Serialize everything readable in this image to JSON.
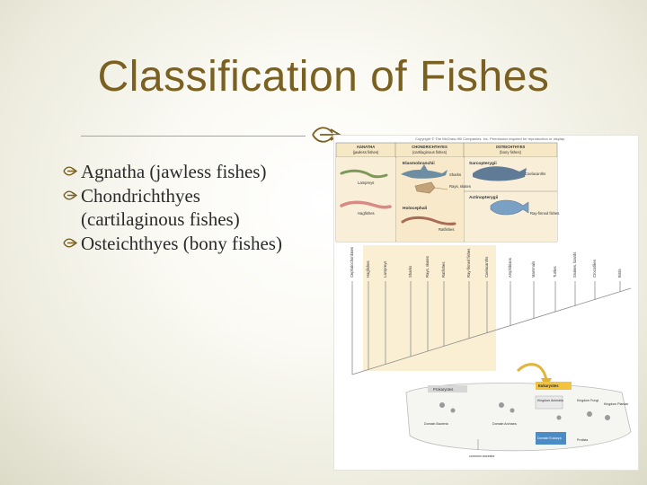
{
  "slide": {
    "title": "Classification of Fishes",
    "bullets": [
      {
        "line1": "Agnatha (jawless fishes)",
        "line2": ""
      },
      {
        "line1": "Chondrichthyes",
        "line2": "(cartilaginous fishes)"
      },
      {
        "line1": "Osteichthyes (bony fishes)",
        "line2": ""
      }
    ],
    "accent_color": "#7a6021"
  },
  "figure": {
    "copyright": "Copyright © The McGraw-Hill Companies, Inc. Permission required for reproduction or display.",
    "columns": [
      {
        "head": "AGNATHA",
        "sub": "(jawless fishes)"
      },
      {
        "head": "CHONDRICHTHYES",
        "sub": "(cartilaginous fishes)"
      },
      {
        "head": "OSTEICHTHYES",
        "sub": "(bony fishes)"
      }
    ],
    "groups": {
      "elasmobranchii": "Elasmobranchii",
      "holocephali": "Holocephali",
      "sarcopterygii": "Sarcopterygii",
      "actinopterygii": "Actinopterygii"
    },
    "animals": {
      "lampreys": "Lampreys",
      "hagfishes": "Hagfishes",
      "sharks": "Sharks",
      "rays_skates": "Rays, skates",
      "ratfishes": "Ratfishes",
      "coelacanths": "Coelacanths",
      "ray_finned": "Ray-finned fishes"
    },
    "tree_labels": [
      "Cephalochordates",
      "Hagfishes",
      "Lampreys",
      "Sharks",
      "Rays, skates",
      "Ratfishes",
      "Ray-finned fishes",
      "Coelacanths",
      "Amphibians",
      "Mammals",
      "Turtles",
      "Snakes, lizards",
      "Crocodiles",
      "Birds"
    ],
    "domains": {
      "prokaryotes": "Prokaryotes",
      "eukaryotes": "Eukaryotes",
      "kingdom_animalia": "Kingdom Animalia",
      "kingdom_fungi": "Kingdom Fungi",
      "kingdom_plantae": "Kingdom Plantae",
      "domain_eukarya": "Domain Eukarya",
      "protista": "Protista",
      "domain_bacteria": "Domain Bacteria",
      "domain_archaea": "Domain Archaea",
      "common_ancestor": "common ancestor"
    }
  }
}
